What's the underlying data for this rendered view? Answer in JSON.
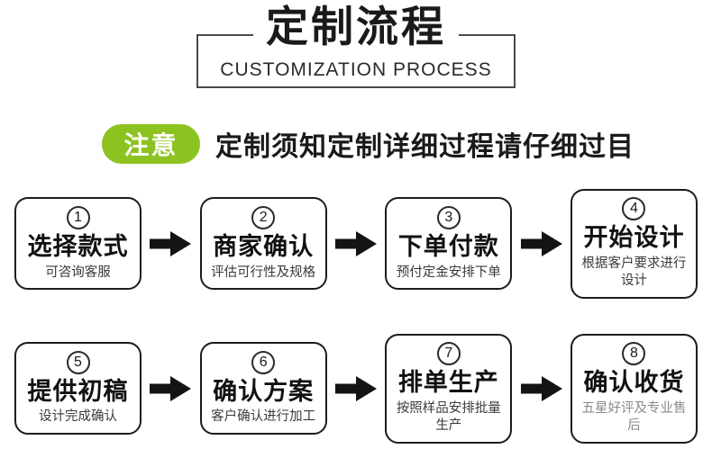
{
  "header": {
    "title": "定制流程",
    "subtitle": "CUSTOMIZATION PROCESS"
  },
  "notice": {
    "badge_label": "注意",
    "text": "定制须知定制详细过程请仔细过目"
  },
  "steps": [
    {
      "num": "1",
      "title": "选择款式",
      "desc": "可咨询客服",
      "desc_color": "#3a3a3a"
    },
    {
      "num": "2",
      "title": "商家确认",
      "desc": "评估可行性及规格",
      "desc_color": "#3a3a3a"
    },
    {
      "num": "3",
      "title": "下单付款",
      "desc": "预付定金安排下单",
      "desc_color": "#3a3a3a"
    },
    {
      "num": "4",
      "title": "开始设计",
      "desc": "根据客户要求进行设计",
      "desc_color": "#3a3a3a"
    },
    {
      "num": "5",
      "title": "提供初稿",
      "desc": "设计完成确认",
      "desc_color": "#3a3a3a"
    },
    {
      "num": "6",
      "title": "确认方案",
      "desc": "客户确认进行加工",
      "desc_color": "#3a3a3a"
    },
    {
      "num": "7",
      "title": "排单生产",
      "desc": "按照样品安排批量生产",
      "desc_color": "#3a3a3a"
    },
    {
      "num": "8",
      "title": "确认收货",
      "desc": "五星好评及专业售后",
      "desc_color": "#8a8a8a"
    }
  ],
  "icons": {
    "arrow_right": "arrow-right"
  },
  "colors": {
    "accent_green": "#8cc320",
    "arrow_black": "#141414",
    "box_border": "#1c1c1c",
    "header_border": "#4a4a4a"
  }
}
